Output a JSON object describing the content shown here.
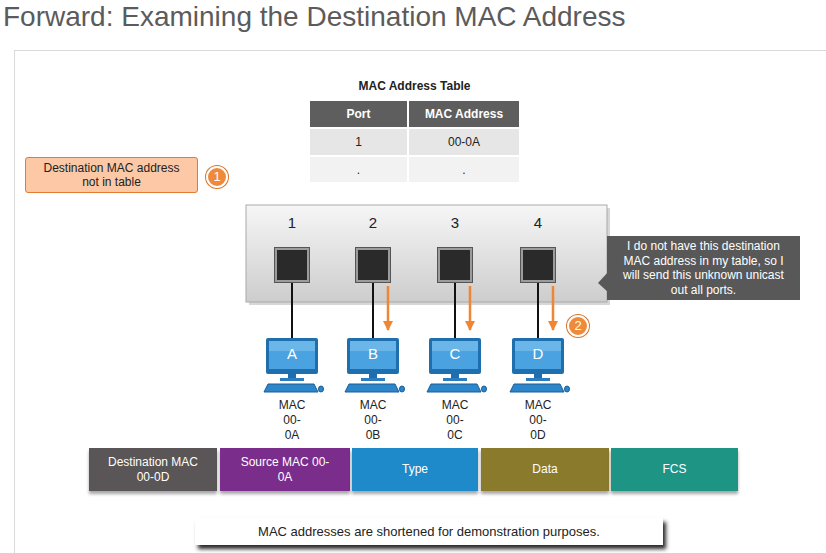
{
  "diagram": {
    "title": "Forward: Examining the Destination MAC Address",
    "nodes": [
      {
        "text": [
          "Destination MAC address not in table"
        ]
      },
      {
        "text": [
          "1"
        ]
      },
      {
        "text": [
          "2"
        ]
      },
      {
        "text": [
          "3"
        ]
      },
      {
        "text": [
          "4"
        ]
      },
      {
        "text": [
          "I do not have this destination MAC address in my table, so I will send this unknown unicast out all ports."
        ]
      },
      {
        "text": [
          "A",
          "MAC 00-0A"
        ]
      },
      {
        "text": [
          "B",
          "MAC 00-0B"
        ]
      },
      {
        "text": [
          "C",
          "MAC 00-0C"
        ]
      },
      {
        "text": [
          "D",
          "MAC 00-0D"
        ]
      },
      {
        "text": [
          "Destination MAC 00-0D"
        ]
      },
      {
        "text": [
          "Source MAC 00-0A"
        ]
      },
      {
        "text": [
          "Type"
        ]
      },
      {
        "text": [
          "Data"
        ]
      },
      {
        "text": [
          "FCS"
        ]
      },
      {
        "text": [
          "MAC addresses are shortened for demonstration purposes."
        ]
      }
    ],
    "edges": [
      {
        "from": 1,
        "to": 6,
        "arrow": "none"
      },
      {
        "from": 2,
        "to": 7,
        "arrow": "to"
      },
      {
        "from": 3,
        "to": 8,
        "arrow": "to"
      },
      {
        "from": 4,
        "to": 9,
        "arrow": "to"
      }
    ],
    "labels": [
      "MAC Address Table",
      "Port",
      "MAC Address",
      "1",
      "00-0A",
      ".",
      ".",
      "1",
      "2"
    ]
  }
}
